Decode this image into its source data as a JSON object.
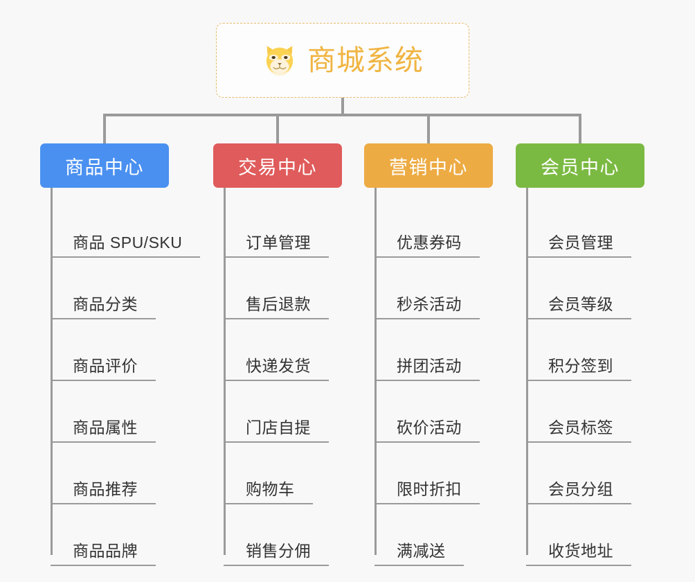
{
  "diagram": {
    "type": "mindmap",
    "background": "#f8f8f8",
    "root": {
      "title": "商城系统",
      "icon": "shiba-dog-emoji",
      "text_color": "#f0b441",
      "border_color": "#e8b96a"
    },
    "connector_color": "#9a9a9a",
    "branches": [
      {
        "label": "商品中心",
        "color": "#4a90f0",
        "items": [
          "商品 SPU/SKU",
          "商品分类",
          "商品评价",
          "商品属性",
          "商品推荐",
          "商品品牌"
        ]
      },
      {
        "label": "交易中心",
        "color": "#e05b5b",
        "items": [
          "订单管理",
          "售后退款",
          "快递发货",
          "门店自提",
          "购物车",
          "销售分佣"
        ]
      },
      {
        "label": "营销中心",
        "color": "#edab43",
        "items": [
          "优惠券码",
          "秒杀活动",
          "拼团活动",
          "砍价活动",
          "限时折扣",
          "满减送"
        ]
      },
      {
        "label": "会员中心",
        "color": "#7bba42",
        "items": [
          "会员管理",
          "会员等级",
          "积分签到",
          "会员标签",
          "会员分组",
          "收货地址"
        ]
      }
    ]
  }
}
